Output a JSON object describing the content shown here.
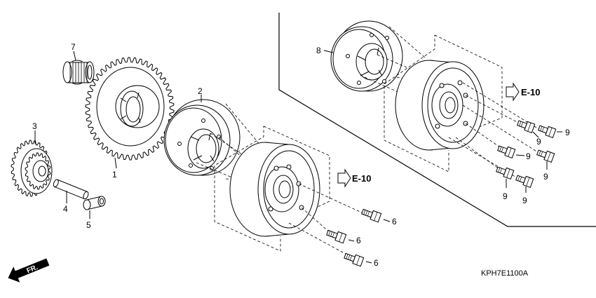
{
  "callouts": {
    "c1": "1",
    "c2": "2",
    "c3": "3",
    "c4": "4",
    "c5": "5",
    "c6": "6",
    "c7": "7",
    "c8": "8",
    "c9": "9"
  },
  "references": {
    "e10": "E-10"
  },
  "direction": {
    "fr": "FR."
  },
  "diagram_code": "KPH7E1100A"
}
